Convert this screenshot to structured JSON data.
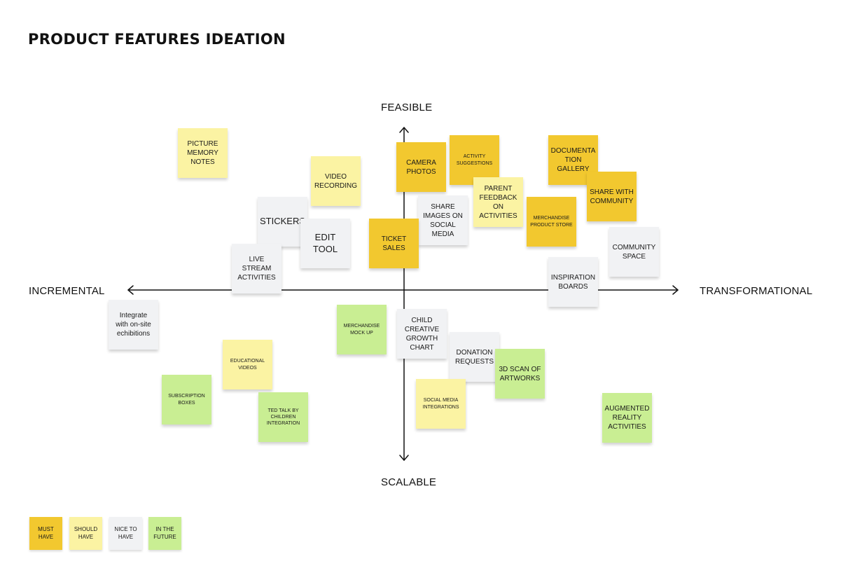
{
  "title": "PRODUCT FEATURES IDEATION",
  "axes": {
    "top": "FEASIBLE",
    "bottom": "SCALABLE",
    "left": "INCREMENTAL",
    "right": "TRANSFORMATIONAL"
  },
  "notes": {
    "picture_memory": "PICTURE\nMEMORY\nNOTES",
    "video_recording": "VIDEO\nRECORDING",
    "stickers": "STICKERS",
    "edit_tool": "EDIT\nTOOL",
    "live_stream": "LIVE STREAM\nACTIVITIES",
    "camera_photos": "CAMERA\nPHOTOS",
    "activity_suggestions": "ACTIVITY\nSUGGESTIONS",
    "parent_feedback": "PARENT\nFEEDBACK\nON\nACTIVITIES",
    "share_images": "SHARE\nIMAGES ON\nSOCIAL\nMEDIA",
    "ticket_sales": "TICKET SALES",
    "documentation_gallery": "DOCUMENTA\nTION\nGALLERY",
    "share_community": "SHARE WITH\nCOMMUNITY",
    "merch_store": "MERCHANDISE\nPRODUCT STORE",
    "community_space": "COMMUNITY\nSPACE",
    "inspiration_boards": "INSPIRATION\nBOARDS",
    "integrate_exhibitions": "Integrate\nwith on-site\nechibitions",
    "merch_mockup": "MERCHANDISE\nMOCK UP",
    "growth_chart": "CHILD\nCREATIVE\nGROWTH\nCHART",
    "donation_requests": "DONATION\nREQUESTS",
    "scan_artworks": "3D SCAN OF\nARTWORKS",
    "educational_videos": "EDUCATIONAL\nVIDEOS",
    "subscription_boxes": "SUBSCRIPTION\nBOXES",
    "ted_talk": "TED TALK BY\nCHILDREN\nINTEGRATION",
    "social_integrations": "SOCIAL MEDIA\nINTEGRATIONS",
    "augmented_reality": "AUGMENTED\nREALITY\nACTIVITIES"
  },
  "legend": {
    "must": "MUST\nHAVE",
    "should": "SHOULD\nHAVE",
    "nice": "NICE TO\nHAVE",
    "future": "IN THE\nFUTURE"
  },
  "colors": {
    "must_have": "#f2c82f",
    "should_have": "#fbf3a3",
    "nice_to_have": "#f1f2f4",
    "in_the_future": "#c9ee93"
  }
}
